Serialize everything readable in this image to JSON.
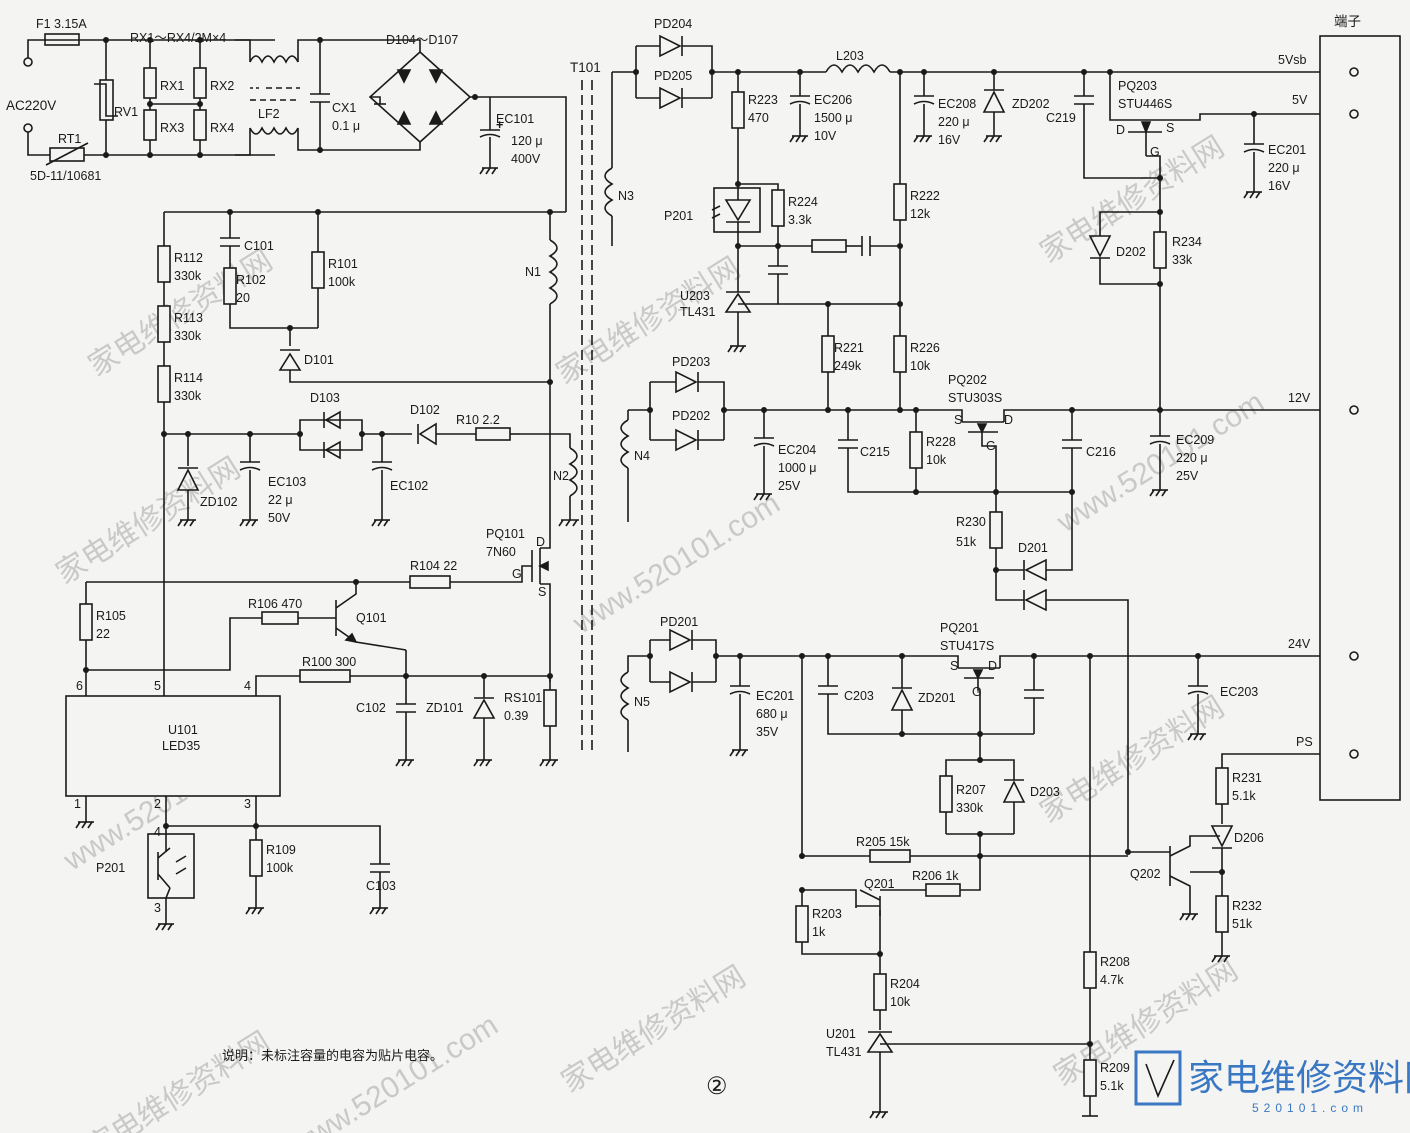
{
  "labels": {
    "f1": "F1 3.15A",
    "rx_title": "RX1～RX4/2M×4",
    "rx1": "RX1",
    "rx2": "RX2",
    "rx3": "RX3",
    "rx4": "RX4",
    "rv1": "RV1",
    "ac": "AC220V",
    "rt1": "RT1",
    "rt1_val": "5D-11/10681",
    "lf2": "LF2",
    "cx1": "CX1",
    "cx1_val": "0.1 μ",
    "bridge": "D104～D107",
    "ec101": "EC101",
    "ec101_v1": "120 μ",
    "ec101_v2": "400V",
    "t101": "T101",
    "n1": "N1",
    "n2": "N2",
    "n3": "N3",
    "n4": "N4",
    "n5": "N5",
    "r112": "R112",
    "r112_v": "330k",
    "r113": "R113",
    "r113_v": "330k",
    "r114": "R114",
    "r114_v": "330k",
    "c101": "C101",
    "r102": "R102",
    "r102_v": "20",
    "r101": "R101",
    "r101_v": "100k",
    "d101": "D101",
    "d103": "D103",
    "d102": "D102",
    "r10": "R10 2.2",
    "zd102": "ZD102",
    "ec103": "EC103",
    "ec103_v1": "22 μ",
    "ec103_v2": "50V",
    "ec102": "EC102",
    "pq101": "PQ101",
    "pq101_v": "7N60",
    "d": "D",
    "g": "G",
    "s": "S",
    "r104": "R104 22",
    "r105": "R105",
    "r105_v": "22",
    "r106": "R106 470",
    "q101": "Q101",
    "r100": "R100 300",
    "c102": "C102",
    "zd101": "ZD101",
    "rs101": "RS101",
    "rs101_v": "0.39",
    "u101": "U101",
    "u101_v": "LED35",
    "pin1": "1",
    "pin2": "2",
    "pin3": "3",
    "pin4": "4",
    "pin5": "5",
    "pin6": "6",
    "p201": "P201",
    "r109": "R109",
    "r109_v": "100k",
    "c103": "C103",
    "pd204": "PD204",
    "pd205": "PD205",
    "l203": "L203",
    "r223": "R223",
    "r223_v": "470",
    "ec206": "EC206",
    "ec206_v1": "1500 μ",
    "ec206_v2": "10V",
    "ec208": "EC208",
    "ec208_v1": "220 μ",
    "ec208_v2": "16V",
    "zd202": "ZD202",
    "c219": "C219",
    "pq203": "PQ203",
    "pq203_v": "STU446S",
    "ec201a": "EC201",
    "ec201a_v1": "220 μ",
    "ec201a_v2": "16V",
    "r224": "R224",
    "r224_v": "3.3k",
    "r222": "R222",
    "r222_v": "12k",
    "u203": "U203",
    "u203_v": "TL431",
    "r221": "R221",
    "r221_v": "249k",
    "r226": "R226",
    "r226_v": "10k",
    "d202": "D202",
    "r234": "R234",
    "r234_v": "33k",
    "pd203": "PD203",
    "pd202": "PD202",
    "ec204": "EC204",
    "ec204_v1": "1000 μ",
    "ec204_v2": "25V",
    "c215": "C215",
    "r228": "R228",
    "r228_v": "10k",
    "pq202": "PQ202",
    "pq202_v": "STU303S",
    "c216": "C216",
    "ec209": "EC209",
    "ec209_v1": "220 μ",
    "ec209_v2": "25V",
    "r230": "R230",
    "r230_v": "51k",
    "d201": "D201",
    "pd201": "PD201",
    "ec201b": "EC201",
    "ec201b_v1": "680 μ",
    "ec201b_v2": "35V",
    "c203": "C203",
    "zd201": "ZD201",
    "pq201": "PQ201",
    "pq201_v": "STU417S",
    "ec203": "EC203",
    "r207": "R207",
    "r207_v": "330k",
    "d203": "D203",
    "r205": "R205 15k",
    "r206": "R206 1k",
    "q201": "Q201",
    "r203": "R203",
    "r203_v": "1k",
    "r204": "R204",
    "r204_v": "10k",
    "u201": "U201",
    "u201_v": "TL431",
    "r208": "R208",
    "r208_v": "4.7k",
    "r209": "R209",
    "r209_v": "5.1k",
    "q202": "Q202",
    "r231": "R231",
    "r231_v": "5.1k",
    "d206": "D206",
    "r232": "R232",
    "r232_v": "51k",
    "terminal": "端子",
    "out_5vsb": "5Vsb",
    "out_5v": "5V",
    "out_12v": "12V",
    "out_24v": "24V",
    "out_ps": "PS",
    "note": "说明：未标注容量的电容为贴片电容。",
    "figure_no": "②"
  },
  "watermark": {
    "cn": "家电维修资料网",
    "url": "www.520101.com",
    "url_short": "520101.com"
  },
  "logo": {
    "text": "家电维修资料网",
    "url": "520101.com",
    "color": "#3a78c4"
  }
}
